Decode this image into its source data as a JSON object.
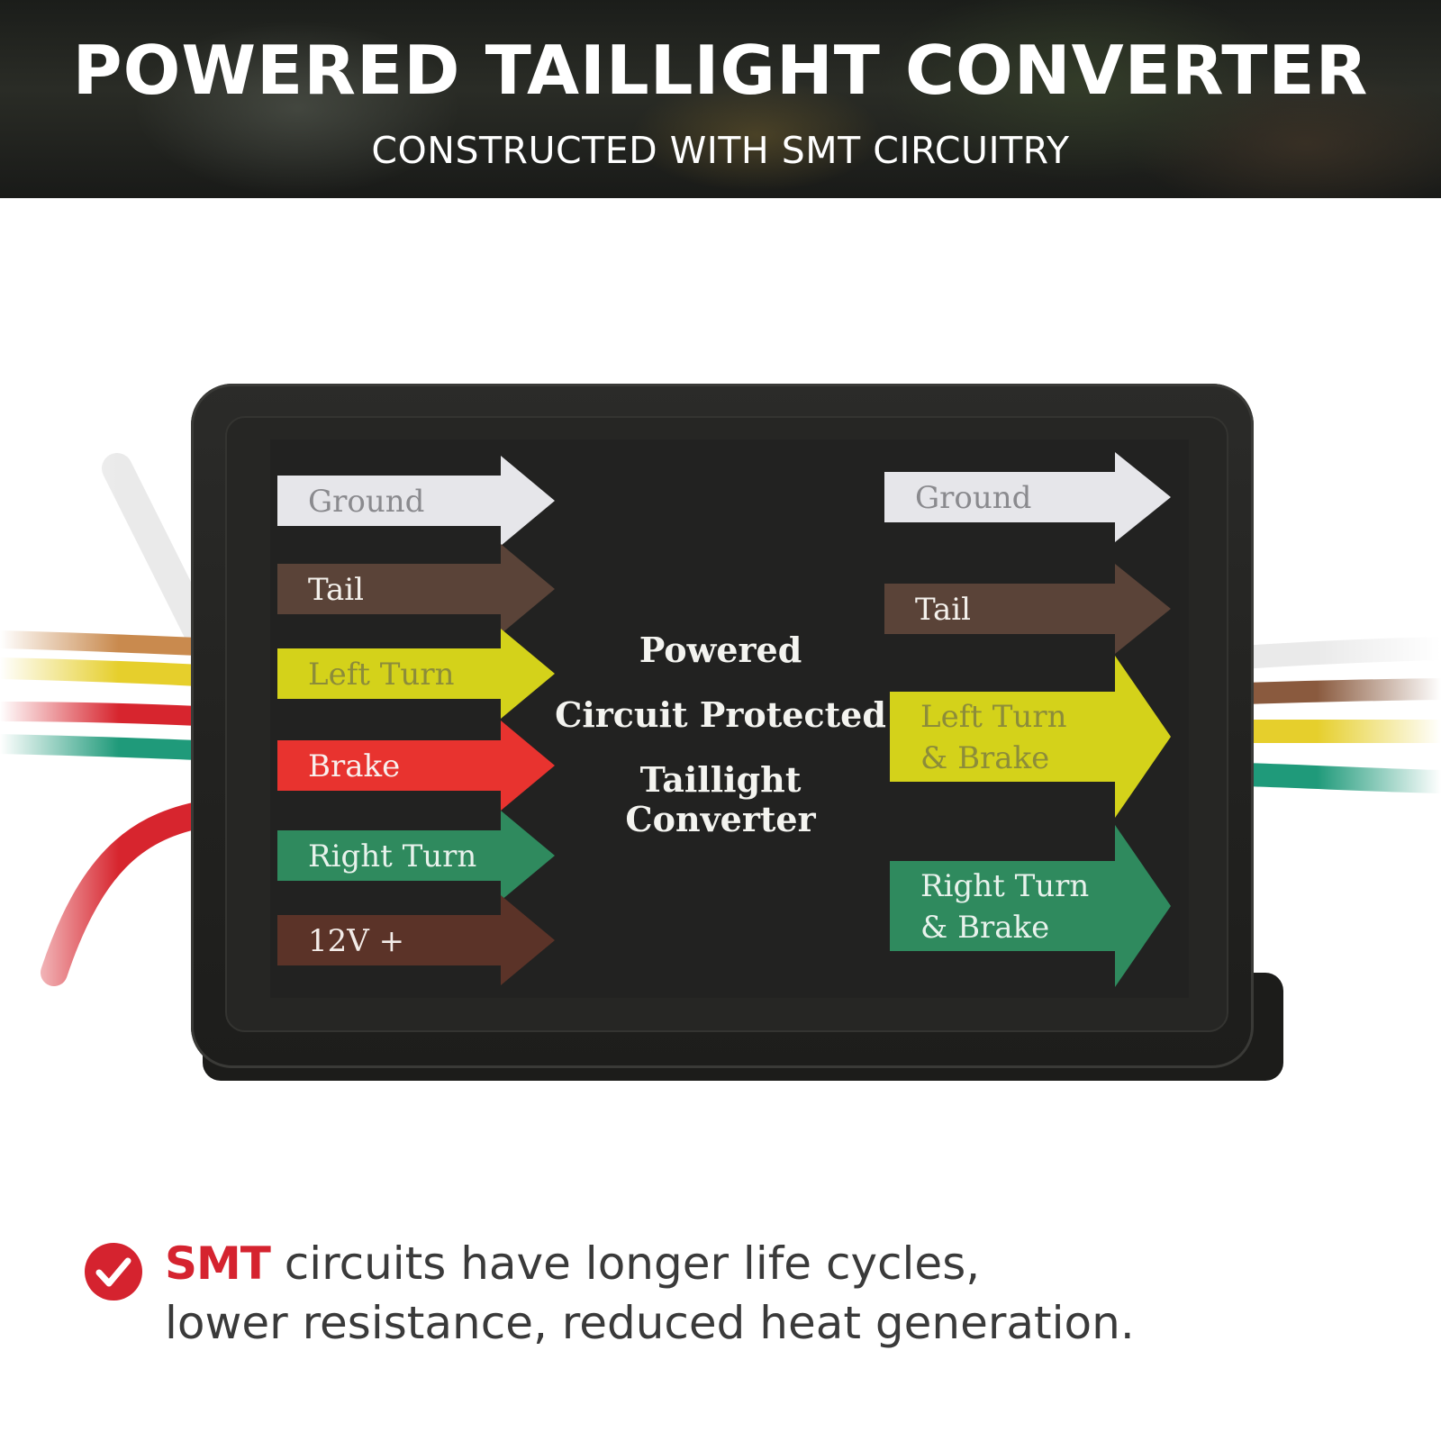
{
  "banner": {
    "title": "POWERED TAILLIGHT CONVERTER",
    "subtitle": "CONSTRUCTED WITH SMT CIRCUITRY"
  },
  "product": {
    "center_lines": [
      "Powered",
      "Circuit Protected",
      "Taillight Converter"
    ],
    "left_arrows": [
      {
        "label": "Ground",
        "color": "#e6e6ea",
        "text_color": "#8a8a8e"
      },
      {
        "label": "Tail",
        "color": "#5a4338",
        "text_color": "#f4f1ec"
      },
      {
        "label": "Left Turn",
        "color": "#d4d21a",
        "text_color": "#8c8c3a"
      },
      {
        "label": "Brake",
        "color": "#e8332f",
        "text_color": "#f8f0ee"
      },
      {
        "label": "Right Turn",
        "color": "#2f8a5e",
        "text_color": "#e8f2ec"
      },
      {
        "label": "12V +",
        "color": "#5b3328",
        "text_color": "#f3ece8"
      }
    ],
    "right_arrows": [
      {
        "label": "Ground",
        "color": "#e6e6ea",
        "text_color": "#8a8a8e"
      },
      {
        "label": "Tail",
        "color": "#5a4338",
        "text_color": "#f4f1ec"
      },
      {
        "label_line1": "Left Turn",
        "label_line2": "& Brake",
        "color": "#d4d21a",
        "text_color": "#8c8c3a"
      },
      {
        "label_line1": "Right Turn",
        "label_line2": "& Brake",
        "color": "#2f8a5e",
        "text_color": "#e8f2ec"
      }
    ],
    "wire_colors": {
      "white": "#eeeeee",
      "brown": "#8a5a3e",
      "yellow": "#e6cf2c",
      "green": "#1f9a7a",
      "red": "#d7252e"
    }
  },
  "claim": {
    "accent": "SMT",
    "line1_rest": " circuits have longer life cycles,",
    "line2": "lower resistance, reduced heat generation.",
    "accent_color": "#d5232f",
    "icon": "check-circle-icon"
  }
}
